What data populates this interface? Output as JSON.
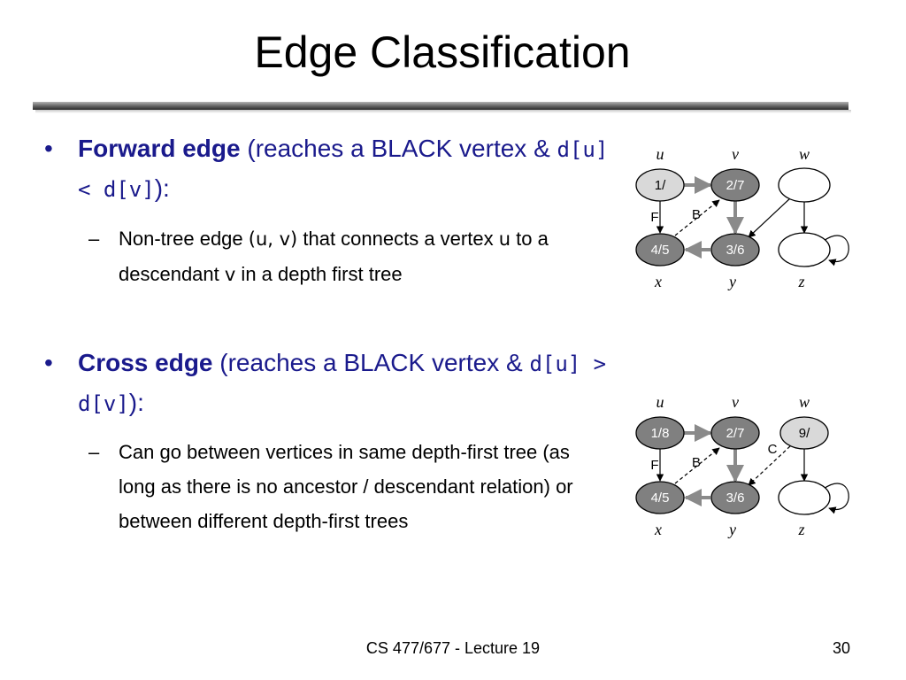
{
  "title": "Edge Classification",
  "section1": {
    "bullet": "•",
    "heading": "Forward edge",
    "desc_pre": " (reaches a BLACK vertex & ",
    "desc_code": "d[u] < d[v]",
    "desc_post": "):",
    "sub": {
      "dash": "–",
      "t1": "Non-tree edge ",
      "c1": "(u, v)",
      "t2": " that connects a vertex ",
      "c2": "u",
      "t3": " to a descendant ",
      "c3": "v",
      "t4": " in a depth first tree"
    }
  },
  "section2": {
    "bullet": "•",
    "heading": "Cross edge",
    "desc_pre": " (reaches a BLACK vertex & ",
    "desc_code": "d[u] > d[v]",
    "desc_post": "):",
    "sub": {
      "dash": "–",
      "text": "Can go between vertices in same depth-first tree (as long as there is no ancestor / descendant relation) or between different depth-first trees"
    }
  },
  "graph1": {
    "vertex_labels": {
      "u": "u",
      "v": "v",
      "w": "w",
      "x": "x",
      "y": "y",
      "z": "z"
    },
    "nodes": {
      "u": {
        "text": "1/",
        "color": "gray-light"
      },
      "v": {
        "text": "2/7",
        "color": "gray-dark"
      },
      "w": {
        "text": "",
        "color": "white"
      },
      "x": {
        "text": "4/5",
        "color": "gray-dark"
      },
      "y": {
        "text": "3/6",
        "color": "gray-dark"
      },
      "z": {
        "text": "",
        "color": "white"
      }
    },
    "edge_labels": {
      "forward": "F",
      "back": "B"
    }
  },
  "graph2": {
    "vertex_labels": {
      "u": "u",
      "v": "v",
      "w": "w",
      "x": "x",
      "y": "y",
      "z": "z"
    },
    "nodes": {
      "u": {
        "text": "1/8",
        "color": "gray-dark"
      },
      "v": {
        "text": "2/7",
        "color": "gray-dark"
      },
      "w": {
        "text": "9/",
        "color": "gray-light"
      },
      "x": {
        "text": "4/5",
        "color": "gray-dark"
      },
      "y": {
        "text": "3/6",
        "color": "gray-dark"
      },
      "z": {
        "text": "",
        "color": "white"
      }
    },
    "edge_labels": {
      "forward": "F",
      "back": "B",
      "cross": "C"
    }
  },
  "footer": {
    "course": "CS 477/677 - Lecture 19",
    "page": "30"
  },
  "colors": {
    "text_heading": "#1a1a8c",
    "text_body": "#000000",
    "node_dark": "#808080",
    "node_light": "#d9d9d9",
    "node_white": "#ffffff",
    "edge_gray": "#8a8a8a"
  }
}
